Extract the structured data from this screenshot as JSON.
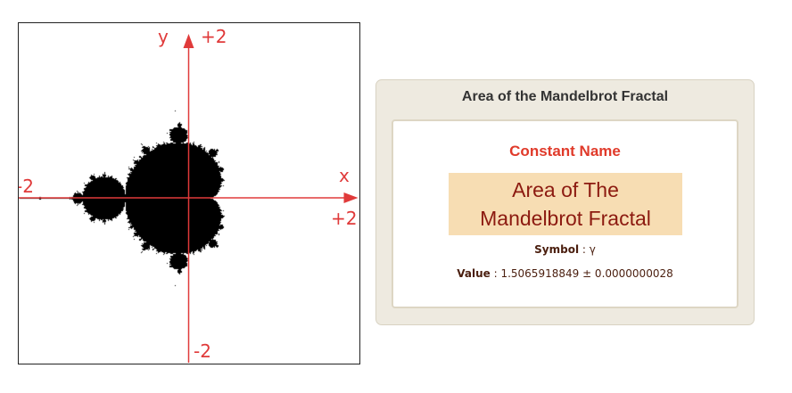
{
  "axes": {
    "x_axis_name": "x",
    "y_axis_name": "y",
    "x_min_label": "-2",
    "x_max_label": "+2",
    "y_max_label": "+2",
    "y_min_label": "-2",
    "range": [
      -2,
      2
    ],
    "axis_color": "#e03a3a"
  },
  "fractal": {
    "fill_color": "#000000",
    "max_iterations": 60
  },
  "card": {
    "title": "Area of the Mandelbrot Fractal",
    "section_label": "Constant Name",
    "constant_name": "Area of The Mandelbrot Fractal",
    "symbol_key": "Symbol",
    "symbol_sep": " : ",
    "symbol_value": "γ",
    "value_key": "Value",
    "value_sep": " : ",
    "value_value": "1.5065918849 ± 0.0000000028",
    "colors": {
      "title": "#333333",
      "section_label": "#e03a2a",
      "name_box_bg": "#f7ddb3",
      "name_text": "#8c1a10",
      "card_bg": "#eeeae0"
    }
  }
}
